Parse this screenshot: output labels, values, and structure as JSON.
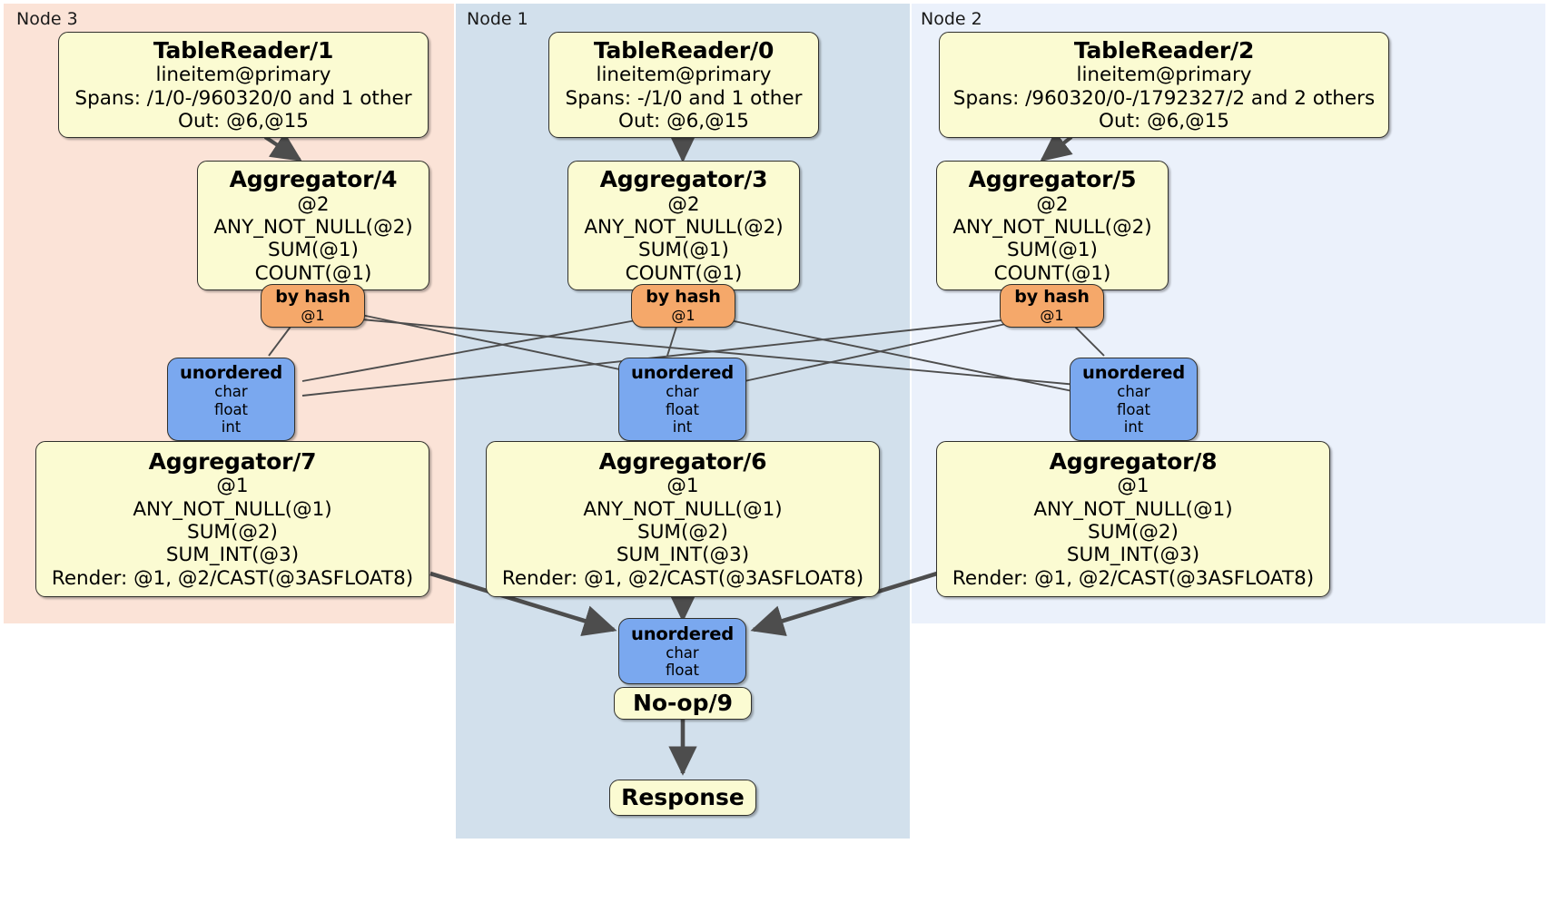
{
  "diagram": {
    "kind": "distributed-query-plan",
    "panels": [
      {
        "id": "node3",
        "label": "Node 3",
        "color": "#fbe3d7"
      },
      {
        "id": "node1",
        "label": "Node 1",
        "color": "#d2e0ec"
      },
      {
        "id": "node2",
        "label": "Node 2",
        "color": "#ebf1fb"
      }
    ],
    "colors": {
      "processor_fill": "#fbfbd2",
      "router_fill": "#f5a86a",
      "synchronizer_fill": "#7aa8ef",
      "node3_fill": "#fbe3d7",
      "node1_fill": "#d2e0ec",
      "node2_fill": "#ebf1fb",
      "edge_stroke": "#4d4d4d",
      "border": "#30302c"
    },
    "nodes": {
      "tablereader_1": {
        "title": "TableReader/1",
        "lines": [
          "lineitem@primary",
          "Spans: /1/0-/960320/0 and 1 other",
          "Out: @6,@15"
        ]
      },
      "tablereader_0": {
        "title": "TableReader/0",
        "lines": [
          "lineitem@primary",
          "Spans: -/1/0 and 1 other",
          "Out: @6,@15"
        ]
      },
      "tablereader_2": {
        "title": "TableReader/2",
        "lines": [
          "lineitem@primary",
          "Spans: /960320/0-/1792327/2 and 2 others",
          "Out: @6,@15"
        ]
      },
      "aggregator_4": {
        "title": "Aggregator/4",
        "lines": [
          "@2",
          "ANY_NOT_NULL(@2)",
          "SUM(@1)",
          "COUNT(@1)"
        ]
      },
      "aggregator_3": {
        "title": "Aggregator/3",
        "lines": [
          "@2",
          "ANY_NOT_NULL(@2)",
          "SUM(@1)",
          "COUNT(@1)"
        ]
      },
      "aggregator_5": {
        "title": "Aggregator/5",
        "lines": [
          "@2",
          "ANY_NOT_NULL(@2)",
          "SUM(@1)",
          "COUNT(@1)"
        ]
      },
      "byhash_left": {
        "title": "by hash",
        "lines": [
          "@1"
        ]
      },
      "byhash_center": {
        "title": "by hash",
        "lines": [
          "@1"
        ]
      },
      "byhash_right": {
        "title": "by hash",
        "lines": [
          "@1"
        ]
      },
      "unordered_left": {
        "title": "unordered",
        "lines": [
          "char",
          "float",
          "int"
        ]
      },
      "unordered_center": {
        "title": "unordered",
        "lines": [
          "char",
          "float",
          "int"
        ]
      },
      "unordered_right": {
        "title": "unordered",
        "lines": [
          "char",
          "float",
          "int"
        ]
      },
      "aggregator_7": {
        "title": "Aggregator/7",
        "lines": [
          "@1",
          "ANY_NOT_NULL(@1)",
          "SUM(@2)",
          "SUM_INT(@3)",
          "Render: @1, @2/CAST(@3ASFLOAT8)"
        ]
      },
      "aggregator_6": {
        "title": "Aggregator/6",
        "lines": [
          "@1",
          "ANY_NOT_NULL(@1)",
          "SUM(@2)",
          "SUM_INT(@3)",
          "Render: @1, @2/CAST(@3ASFLOAT8)"
        ]
      },
      "aggregator_8": {
        "title": "Aggregator/8",
        "lines": [
          "@1",
          "ANY_NOT_NULL(@1)",
          "SUM(@2)",
          "SUM_INT(@3)",
          "Render: @1, @2/CAST(@3ASFLOAT8)"
        ]
      },
      "unordered_final": {
        "title": "unordered",
        "lines": [
          "char",
          "float"
        ]
      },
      "noop_9": {
        "title": "No-op/9"
      },
      "response": {
        "title": "Response"
      }
    }
  }
}
